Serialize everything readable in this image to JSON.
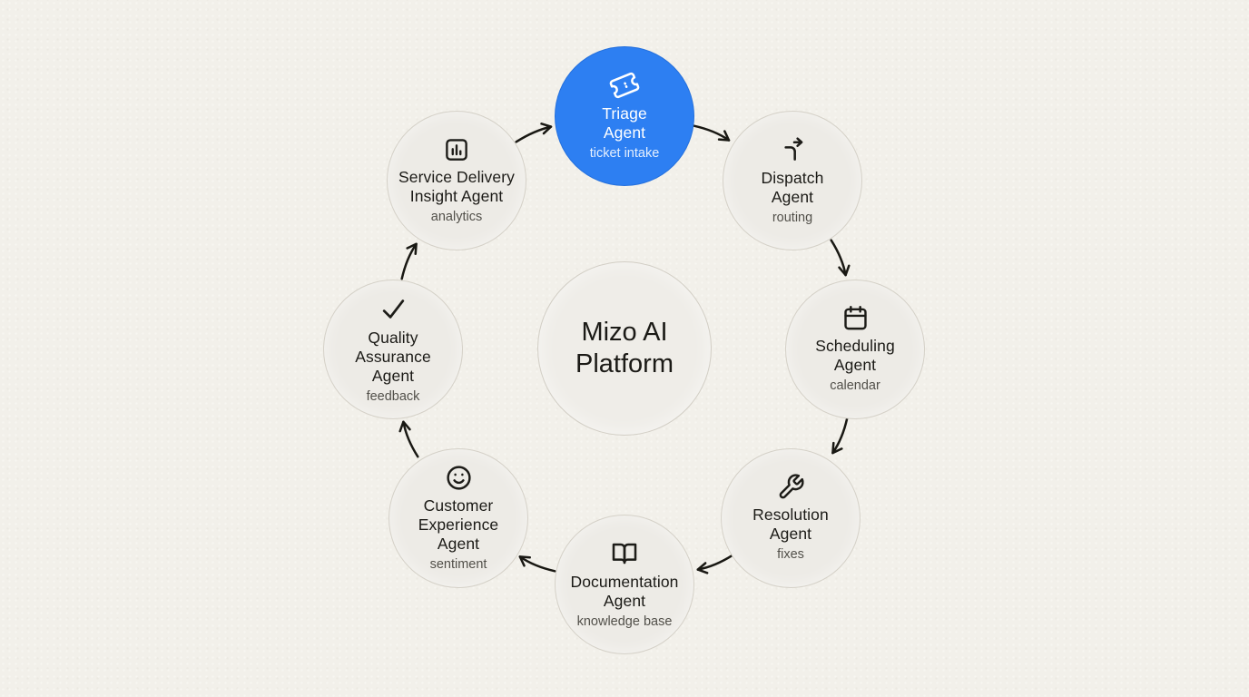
{
  "diagram": {
    "center": {
      "title": "Mizo AI\nPlatform"
    },
    "agents": [
      {
        "name": "Triage\nAgent",
        "subtitle": "ticket intake",
        "icon": "ticket-icon",
        "highlighted": true
      },
      {
        "name": "Dispatch\nAgent",
        "subtitle": "routing",
        "icon": "route-icon",
        "highlighted": false
      },
      {
        "name": "Scheduling\nAgent",
        "subtitle": "calendar",
        "icon": "calendar-icon",
        "highlighted": false
      },
      {
        "name": "Resolution\nAgent",
        "subtitle": "fixes",
        "icon": "wrench-icon",
        "highlighted": false
      },
      {
        "name": "Documentation\nAgent",
        "subtitle": "knowledge base",
        "icon": "book-open-icon",
        "highlighted": false
      },
      {
        "name": "Customer\nExperience\nAgent",
        "subtitle": "sentiment",
        "icon": "smile-icon",
        "highlighted": false
      },
      {
        "name": "Quality\nAssurance\nAgent",
        "subtitle": "feedback",
        "icon": "check-icon",
        "highlighted": false
      },
      {
        "name": "Service Delivery\nInsight Agent",
        "subtitle": "analytics",
        "icon": "bar-chart-icon",
        "highlighted": false
      }
    ],
    "flow_direction": "clockwise",
    "colors": {
      "background": "#f2f0ea",
      "node_fill": "#edebe6",
      "node_border": "#d5d1c8",
      "highlight_fill": "#2d7ff2",
      "text_dark": "#1b1a16",
      "subtitle_gray": "#52504a",
      "arrow": "#191813"
    }
  }
}
